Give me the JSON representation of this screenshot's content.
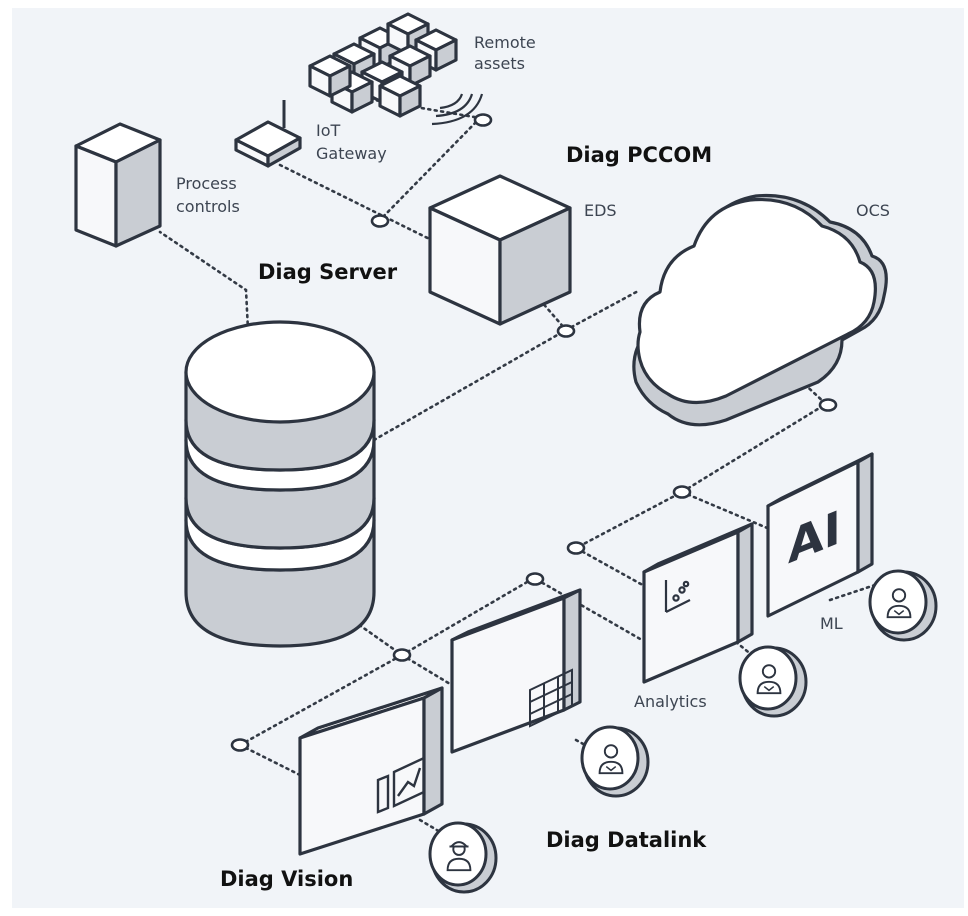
{
  "colors": {
    "background": "#f1f4f8",
    "outline": "#2d3440",
    "face_top": "#ffffff",
    "face_left": "#f7f8fa",
    "face_right": "#c9cdd3",
    "label": "#3d4552",
    "callout": "#111111"
  },
  "nodes": {
    "remote_assets": {
      "label_line1": "Remote",
      "label_line2": "assets"
    },
    "iot_gateway": {
      "label_line1": "IoT",
      "label_line2": "Gateway"
    },
    "process_controls": {
      "label_line1": "Process",
      "label_line2": "controls"
    },
    "eds": {
      "label": "EDS"
    },
    "ocs": {
      "label": "OCS"
    },
    "database": {
      "icon": "database-stack-icon"
    },
    "analytics": {
      "label": "Analytics",
      "icon": "scatter-chart-icon"
    },
    "ml": {
      "label": "ML",
      "icon_text": "AI"
    },
    "datalink": {
      "icon": "spreadsheet-icon"
    },
    "vision": {
      "icon": "trend-chart-icon"
    }
  },
  "callouts": {
    "pccom": "Diag PCCOM",
    "server": "Diag Server",
    "datalink": "Diag Datalink",
    "vision": "Diag Vision"
  },
  "users": [
    {
      "id": "ml-user",
      "icon": "user-icon"
    },
    {
      "id": "analytics-user",
      "icon": "user-icon"
    },
    {
      "id": "datalink-user",
      "icon": "user-icon"
    },
    {
      "id": "vision-user",
      "icon": "engineer-icon"
    }
  ]
}
